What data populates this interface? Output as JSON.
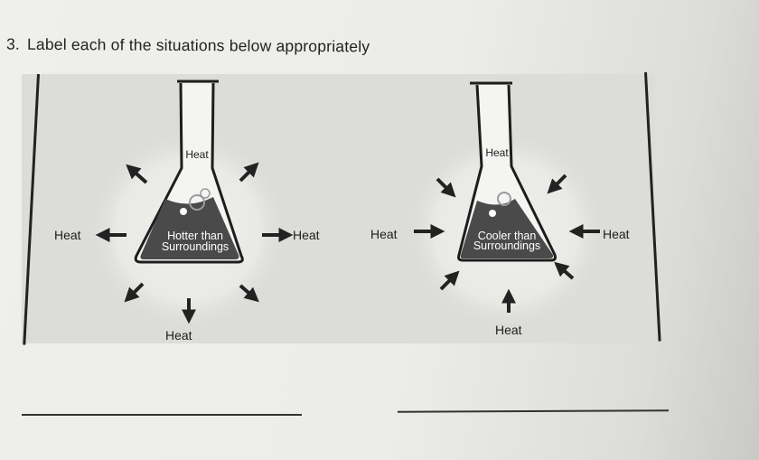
{
  "question": {
    "number": "3.",
    "text": "Label each of the situations below appropriately"
  },
  "left_diagram": {
    "neck_label": "Heat",
    "flask_label_line1": "Hotter than",
    "flask_label_line2": "Surroundings",
    "left_label": "Heat",
    "right_label": "Heat",
    "bottom_label": "Heat"
  },
  "right_diagram": {
    "neck_label": "Heat",
    "flask_label_line1": "Cooler than",
    "flask_label_line2": "Surroundings",
    "left_label": "Heat",
    "right_label": "Heat",
    "bottom_label": "Heat"
  },
  "colors": {
    "ink": "#1d1d1d",
    "liquid": "#4a4a4a",
    "panel": "#dcdcd9",
    "glow": "#ecece9"
  }
}
